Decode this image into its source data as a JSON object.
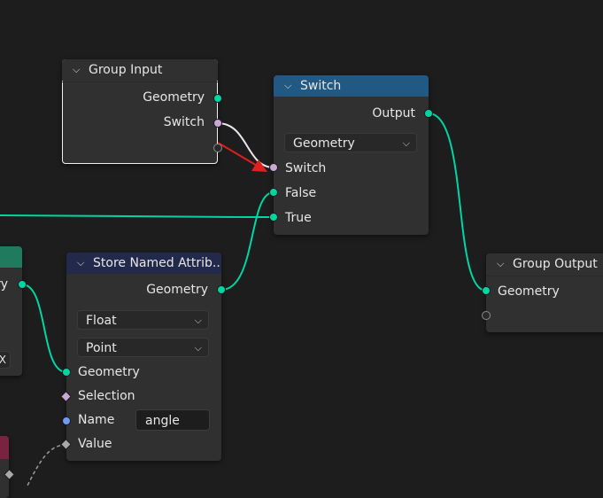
{
  "colors": {
    "background": "#1d1d1d",
    "node_body": "#303030",
    "switch_header": "#215982",
    "store_header": "#23294a",
    "geometry_socket": "#00d6a3",
    "boolean_socket": "#cca6d6",
    "string_socket": "#6d9bf5",
    "arrow": "#e01f1f"
  },
  "icons": {
    "collapse": "chevron-down-icon",
    "dropdown": "chevron-down-icon"
  },
  "group_input": {
    "title": "Group Input",
    "outputs": [
      "Geometry",
      "Switch"
    ]
  },
  "switch": {
    "title": "Switch",
    "output": "Output",
    "type": "Geometry",
    "inputs": [
      "Switch",
      "False",
      "True"
    ]
  },
  "group_output": {
    "title": "Group Output",
    "inputs": [
      "Geometry"
    ]
  },
  "store_named_attribute": {
    "title": "Store Named Attrib...",
    "output": "Geometry",
    "data_type": "Float",
    "domain": "Point",
    "inputs": [
      "Geometry",
      "Selection",
      "Name",
      "Value"
    ],
    "name_value": "angle"
  },
  "left_partial_node": {
    "output_label": "ry",
    "button_label": "X"
  }
}
